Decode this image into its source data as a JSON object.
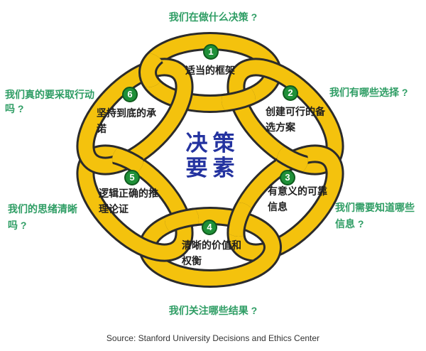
{
  "title": {
    "line1": "决策",
    "line2": "要素"
  },
  "items": [
    {
      "num": "1",
      "lines": [
        "适当的框架",
        ""
      ]
    },
    {
      "num": "2",
      "lines": [
        "创建可行的备",
        "选方案"
      ]
    },
    {
      "num": "3",
      "lines": [
        "有意义的可靠",
        "信息"
      ]
    },
    {
      "num": "4",
      "lines": [
        "清晰的价值和",
        "权衡"
      ]
    },
    {
      "num": "5",
      "lines": [
        "逻辑正确的推",
        "理论证"
      ]
    },
    {
      "num": "6",
      "lines": [
        "坚持到底的承",
        "诺"
      ]
    }
  ],
  "questions": {
    "top": {
      "lines": [
        "我们在做什么决策 ?",
        ""
      ]
    },
    "right_top": {
      "lines": [
        "我们有哪些选择 ?",
        ""
      ]
    },
    "right_bottom": {
      "lines": [
        "我们需要知道哪些",
        "信息 ?"
      ]
    },
    "bottom": {
      "lines": [
        "我们关注哪些结果 ?",
        ""
      ]
    },
    "left_top": {
      "lines": [
        "我们真的要采取行动",
        "吗 ?"
      ]
    },
    "left_bottom": {
      "lines": [
        "我们的思绪清晰",
        "吗 ?"
      ]
    }
  },
  "source": "Source: Stanford University Decisions and Ethics Center",
  "colors": {
    "ring": "#F4C20D",
    "ring_outline": "#2B2B2B",
    "badge_bg": "#1F9038",
    "badge_border": "#0F5A1D",
    "badge_number": "#FFFFFF",
    "question_green": "#2E9D64",
    "title_blue": "#2433A0",
    "item_text": "#1F1F1F",
    "source_text": "#333333"
  }
}
